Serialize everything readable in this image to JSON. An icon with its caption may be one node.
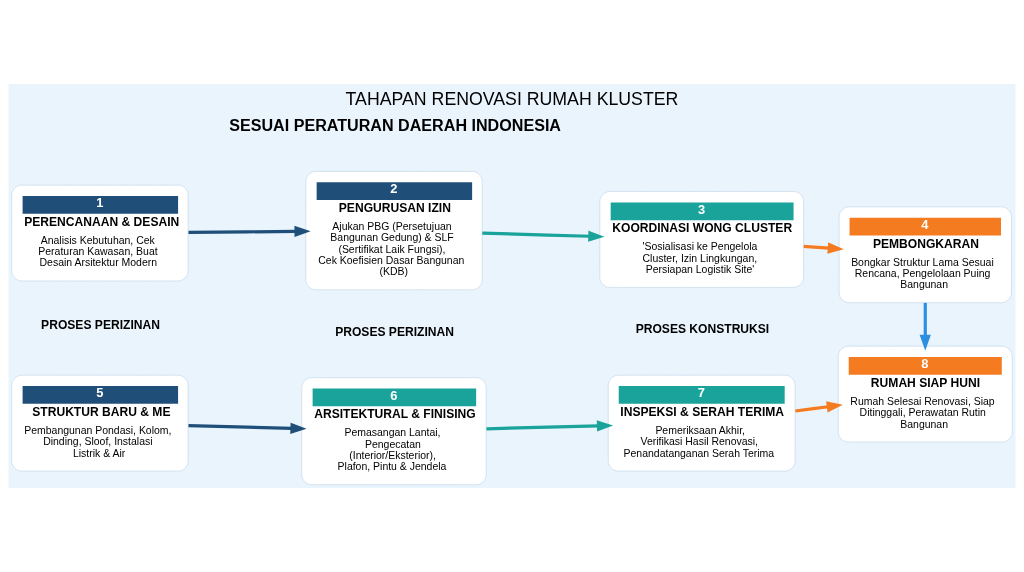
{
  "diagram": {
    "title": "TAHAPAN RENOVASI RUMAH KLUSTER",
    "nodes": [
      {
        "text": [
          "1",
          "PERENCANAAN & DESAIN",
          "Analisis Kebutuhan, Cek Peraturan Kawasan, Buat Desain Arsitektur Modern"
        ]
      },
      {
        "text": [
          "2",
          "PENGURUSAN IZIN",
          "Ajukan PBG (Persetujuan Bangunan Gedung) & SLF (Sertifikat Laik Fungsi), Cek Koefisien Dasar Bangunan (KDB)"
        ]
      },
      {
        "text": [
          "3",
          "KOORDINASI WONG CLUSTER",
          "'Sosialisasi ke Pengelola Cluster, Izin Lingkungan, Persiapan Logistik Site'"
        ]
      },
      {
        "text": [
          "4",
          "PEMBONGKARAN",
          "Bongkar Struktur Lama Sesuai Rencana, Pengelolaan Puing Bangunan"
        ]
      },
      {
        "text": [
          "5",
          "STRUKTUR BARU & ME",
          "Pembangunan Pondasi, Kolom, Dinding, Sloof, Instalasi Listrik & Air"
        ]
      },
      {
        "text": [
          "6",
          "ARSITEKTURAL & FINISING",
          "Pemasangan Lantai, Pengecatan (Interior/Eksterior), Plafon, Pintu & Jendela"
        ]
      },
      {
        "text": [
          "7",
          "INSPEKSI & SERAH TERIMA",
          "Pemeriksaan Akhir, Verifikasi Hasil Renovasi, Penandatanganan Serah Terima"
        ]
      },
      {
        "text": [
          "8",
          "RUMAH SIAP HUNI",
          "Rumah Selesai Renovasi, Siap Ditinggali, Perawatan Rutin Bangunan"
        ]
      }
    ],
    "edges": [
      {
        "from": 0,
        "to": 1,
        "arrow": "to",
        "color": "#1f4e79"
      },
      {
        "from": 1,
        "to": 2,
        "arrow": "to",
        "color": "#1aa39a"
      },
      {
        "from": 2,
        "to": 3,
        "arrow": "to",
        "color": "#f47b20"
      },
      {
        "from": 3,
        "to": 7,
        "arrow": "to",
        "color": "#2e8fe0"
      },
      {
        "from": 4,
        "to": 5,
        "arrow": "to",
        "color": "#1f4e79"
      },
      {
        "from": 5,
        "to": 6,
        "arrow": "to",
        "color": "#1aa39a"
      },
      {
        "from": 6,
        "to": 7,
        "arrow": "to",
        "color": "#f47b20"
      }
    ],
    "labels": [
      "SESUAI PERATURAN DAERAH INDONESIA",
      "PROSES PERIZINAN",
      "PROSES PERIZINAN",
      "PROSES KONSTRUKSI"
    ]
  }
}
